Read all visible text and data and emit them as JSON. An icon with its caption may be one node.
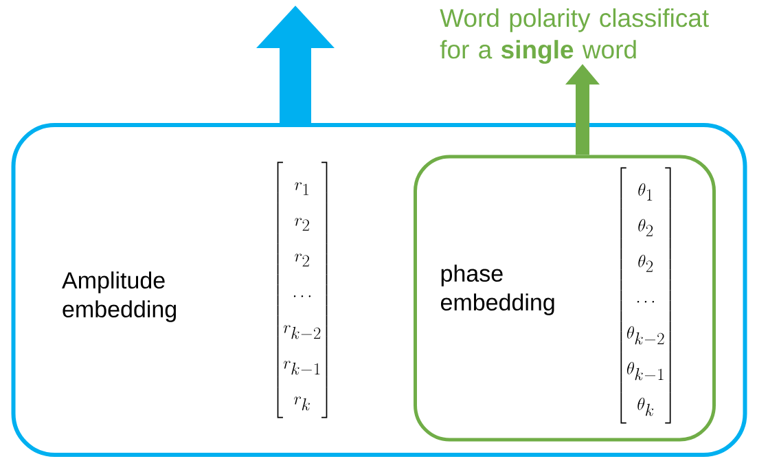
{
  "diagram": {
    "nodes": [
      {
        "text": [
          "Amplitude embedding",
          "\\begin{bmatrix} r_1 \\\\ r_2 \\\\ r_2 \\\\ \\dots \\\\ r_{k-2} \\\\ r_{k-1} \\\\ r_k \\end{bmatrix}"
        ]
      },
      {
        "text": [
          "phase embedding",
          "\\begin{bmatrix} \\theta_1 \\\\ \\theta_2 \\\\ \\theta_2 \\\\ \\dots \\\\ \\theta_{k-2} \\\\ \\theta_{k-1} \\\\ \\theta_k \\end{bmatrix}"
        ],
        "in": 0
      },
      {
        "text": [
          "Word polarity classificat for a **single** word"
        ]
      }
    ],
    "edges": [
      {
        "from": 0,
        "to": null,
        "arrow": "to",
        "style": "thick",
        "color": "#00b0f0"
      },
      {
        "from": 1,
        "to": 2,
        "arrow": "to",
        "color": "#70ad47"
      }
    ]
  }
}
